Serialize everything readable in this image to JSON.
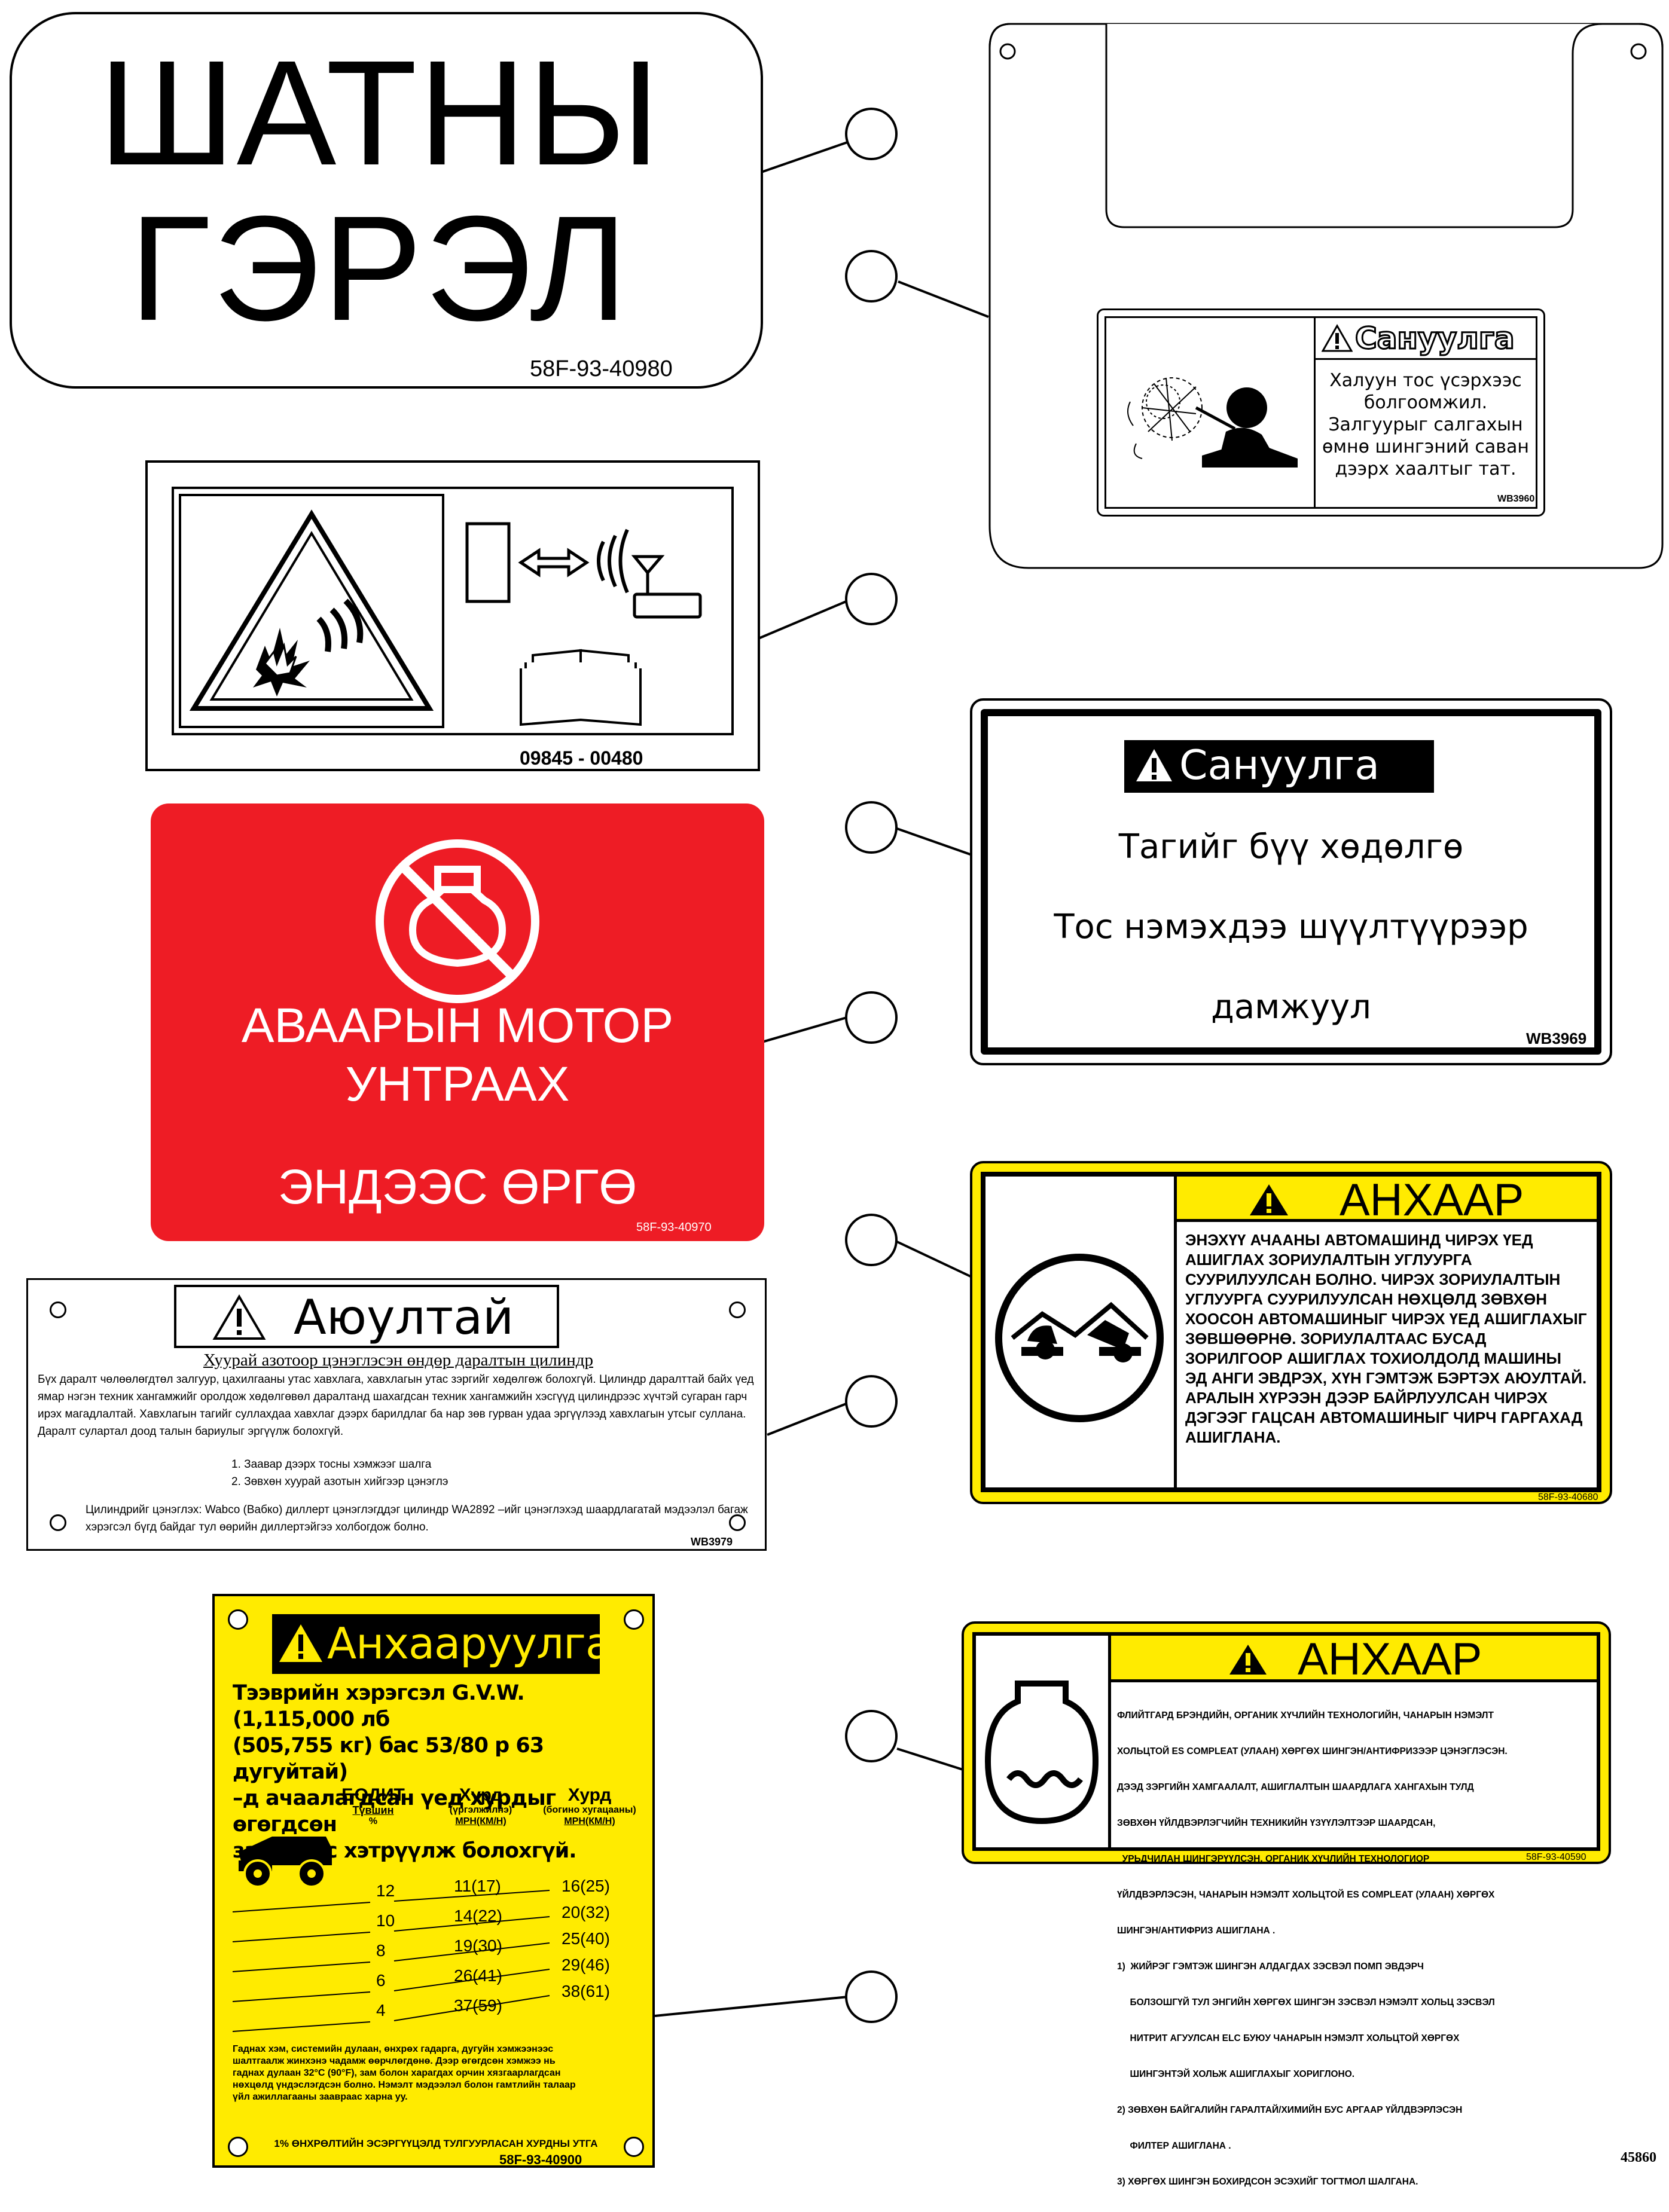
{
  "ladder_label": {
    "line1": "ШАТНЫ",
    "line2": "ГЭРЭЛ",
    "code": "58F-93-40980"
  },
  "hot_oil_label": {
    "title": "Сануулга",
    "text": [
      "Халуун тос үсэрхээс",
      "болгоомжил.",
      "Залгуурыг салгахын",
      "өмнө шингэний саван",
      "дээрх хаалтыг тат."
    ],
    "code": "WB3960"
  },
  "battery_label": {
    "code": "09845 - 00480"
  },
  "cap_label": {
    "title": "Сануулга",
    "lines": [
      "Тагийг бүү хөдөлгө",
      "Тос нэмэхдээ шүүлтүүрээр",
      "дамжуул"
    ],
    "code": "WB3969"
  },
  "emergency_label": {
    "line1": "АВААРЫН МОТОР",
    "line2": "УНТРААХ",
    "line3": "ЭНДЭЭС ӨРГӨ",
    "code": "58F-93-40970",
    "bg_color": "#ee1c25"
  },
  "tow_label": {
    "title": "АНХААР",
    "text": "ЭНЭХҮҮ АЧААНЫ АВТОМАШИНД ЧИРЭХ ҮЕД АШИГЛАХ ЗОРИУЛАЛТЫН УГЛУУРГА СУУРИЛУУЛСАН БОЛНО. ЧИРЭХ ЗОРИУЛАЛТЫН УГЛУУРГА СУУРИЛУУЛСАН НӨХЦӨЛД ЗӨВХӨН ХООСОН АВТОМАШИНЫГ ЧИРЭХ ҮЕД АШИГЛАХЫГ ЗӨВШӨӨРНӨ. ЗОРИУЛАЛТААС БУСАД ЗОРИЛГООР АШИГЛАХ ТОХИОЛДОЛД МАШИНЫ ЭД АНГИ ЭВДРЭХ, ХҮН ГЭМТЭЖ БЭРТЭХ АЮУЛТАЙ. АРАЛЫН ХҮРЭЭН ДЭЭР БАЙРЛУУЛСАН ЧИРЭХ ДЭГЭЭГ ГАЦСАН АВТОМАШИНЫГ ЧИРЧ ГАРГАХАД АШИГЛАНА.",
    "code": "58F-93-40680",
    "color": "#ffeb00"
  },
  "danger_label": {
    "title": "Аюултай",
    "subtitle": "Хуурай азотоор цэнэглэсэн өндөр даралтын цилиндр",
    "para": "Бүх даралт чөлөөлөгдтөл залгуур, цахилгааны утас хавхлага, хавхлагын утас зэргийг хөдөлгөж болохгүй. Цилиндр даралттай байх үед ямар нэгэн техник хангамжийг оролдож хөдөлгөвөл даралтанд шахагдсан техник хангамжийн хэсгүүд цилиндрээс хүчтэй сугаран гарч ирэх магадлалтай. Хавхлагын тагийг суллахдаа хавхлаг дээрх барилдлаг ба нар зөв гурван удаа эргүүлээд хавхлагын утсыг суллана.   Даралт сулартал доод талын бариулыг эргүүлж болохгүй.",
    "steps": [
      "1.     Заавар дээрх тосны хэмжээг шалга",
      "2.     Зөвхөн хуурай азотын хийгээр цэнэглэ"
    ],
    "note": "Цилиндрийг цэнэглэх: Wabco (Вабко) диллерт  цэнэглэгддэг цилиндр WA2892 –ийг цэнэглэхэд шаардлагатай мэдээлэл багаж хэрэгсэл бүгд байдаг тул өөрийн диллертэйгээ холбогдож болно.",
    "code": "WB3979"
  },
  "coolant_label": {
    "title": "АНХААР",
    "text": [
      "ФЛИЙТГАРД БРЭНДИЙН, ОРГАНИК ХҮЧЛИЙН ТЕХНОЛОГИЙН, ЧАНАРЫН НЭМЭЛТ",
      "ХОЛЬЦТОЙ ES COMPLEAT (УЛААН) ХӨРГӨХ ШИНГЭН/АНТИФРИЗЭЭР ЦЭНЭГЛЭСЭН.",
      "ДЭЭД ЗЭРГИЙН ХАМГААЛАЛТ, АШИГЛАЛТЫН ШААРДЛАГА ХАНГАХЫН ТУЛД",
      "ЗӨВХӨН ҮЙЛДВЭРЛЭГЧИЙН ТЕХНИКИЙН ҮЗҮҮЛЭЛТЭЭР ШААРДСАН,",
      "  УРЬДЧИЛАН ШИНГЭРҮҮЛСЭН, ОРГАНИК ХҮЧЛИЙН ТЕХНОЛОГИОР",
      "ҮЙЛДВЭРЛЭСЭН, ЧАНАРЫН НЭМЭЛТ ХОЛЬЦТОЙ ES COMPLEAT (УЛААН) ХӨРГӨХ",
      "ШИНГЭН/АНТИФРИЗ АШИГЛАНА .",
      "1)  ЖИЙРЭГ ГЭМТЭЖ ШИНГЭН АЛДАГДАХ ЗЭСВЭЛ ПОМП ЭВДЭРЧ",
      "     БОЛЗОШГҮЙ ТУЛ ЭНГИЙН ХӨРГӨХ ШИНГЭН ЗЭСВЭЛ НЭМЭЛТ ХОЛЬЦ ЗЭСВЭЛ",
      "     НИТРИТ АГУУЛСАН ELC БУЮУ ЧАНАРЫН НЭМЭЛТ ХОЛЬЦТОЙ ХӨРГӨХ",
      "     ШИНГЭНТЭЙ ХОЛЬЖ АШИГЛАХЫГ ХОРИГЛОНО.",
      "2) ЗӨВХӨН БАЙГАЛИЙН ГАРАЛТАЙ/ХИМИЙН БУС АРГААР ҮЙЛДВЭРЛЭСЭН",
      "     ФИЛТЕР АШИГЛАНА .",
      "3) ХӨРГӨХ ШИНГЭН БОХИРДСОН ЭСЭХИЙГ ТОГТМОЛ ШАЛГАНА."
    ],
    "code": "58F-93-40590"
  },
  "speed_label": {
    "title": "Анхааруулга",
    "intro": [
      "Тээврийн хэрэгсэл G.V.W. (1,115,000 лб",
      "(505,755 кг) бас 53/80 р 63 дугуйтай)",
      "–д ачаалагдсан үед хурдыг өгөгдсөн",
      "заавраас хэтрүүлж болохгүй."
    ],
    "headers": {
      "grade": "БОДИТ",
      "grade_sub1": "Түвшин",
      "grade_sub2": "%",
      "speed_long": "Хурд",
      "speed_long_sub1": "(үргэлжилнэ)",
      "speed_long_sub2": "MPH(КМ/Н)",
      "speed_short": "Хурд",
      "speed_short_sub1": "(богино хугацааны)",
      "speed_short_sub2": "MPH(КМ/Н)"
    },
    "grades": [
      "12",
      "10",
      "8",
      "6",
      "4"
    ],
    "long_speeds": [
      "11(17)",
      "14(22)",
      "19(30)",
      "26(41)",
      "37(59)"
    ],
    "short_speeds": [
      "16(25)",
      "20(32)",
      "25(40)",
      "29(46)",
      "38(61)"
    ],
    "footer": [
      "Гаднах хэм, системийн дулаан, өнхрөх гадарга, дугуйн хэмжээнээс",
      "шалтгаалж жинхэнэ чадамж өөрчлөгдөнө.  Дээр өгөгдсөн хэмжээ нь",
      "гаднах дулаан 32°C (90°F), зам болон харагдах орчин хязгаарлагдсан",
      "нөхцөлд үндэслэгдсэн болно. Нэмэлт мэдээлэл болон гамтлийн талаар",
      "үйл ажиллагааны заавраас харна уу."
    ],
    "bottom": "1% ӨНХРӨЛТИЙН ЭСЭРГҮҮЦЭЛД ТУЛГУУРЛАСАН ХУРДНЫ УТГА",
    "code": "58F-93-40900",
    "color": "#ffeb00"
  },
  "drawing_number": "45860"
}
